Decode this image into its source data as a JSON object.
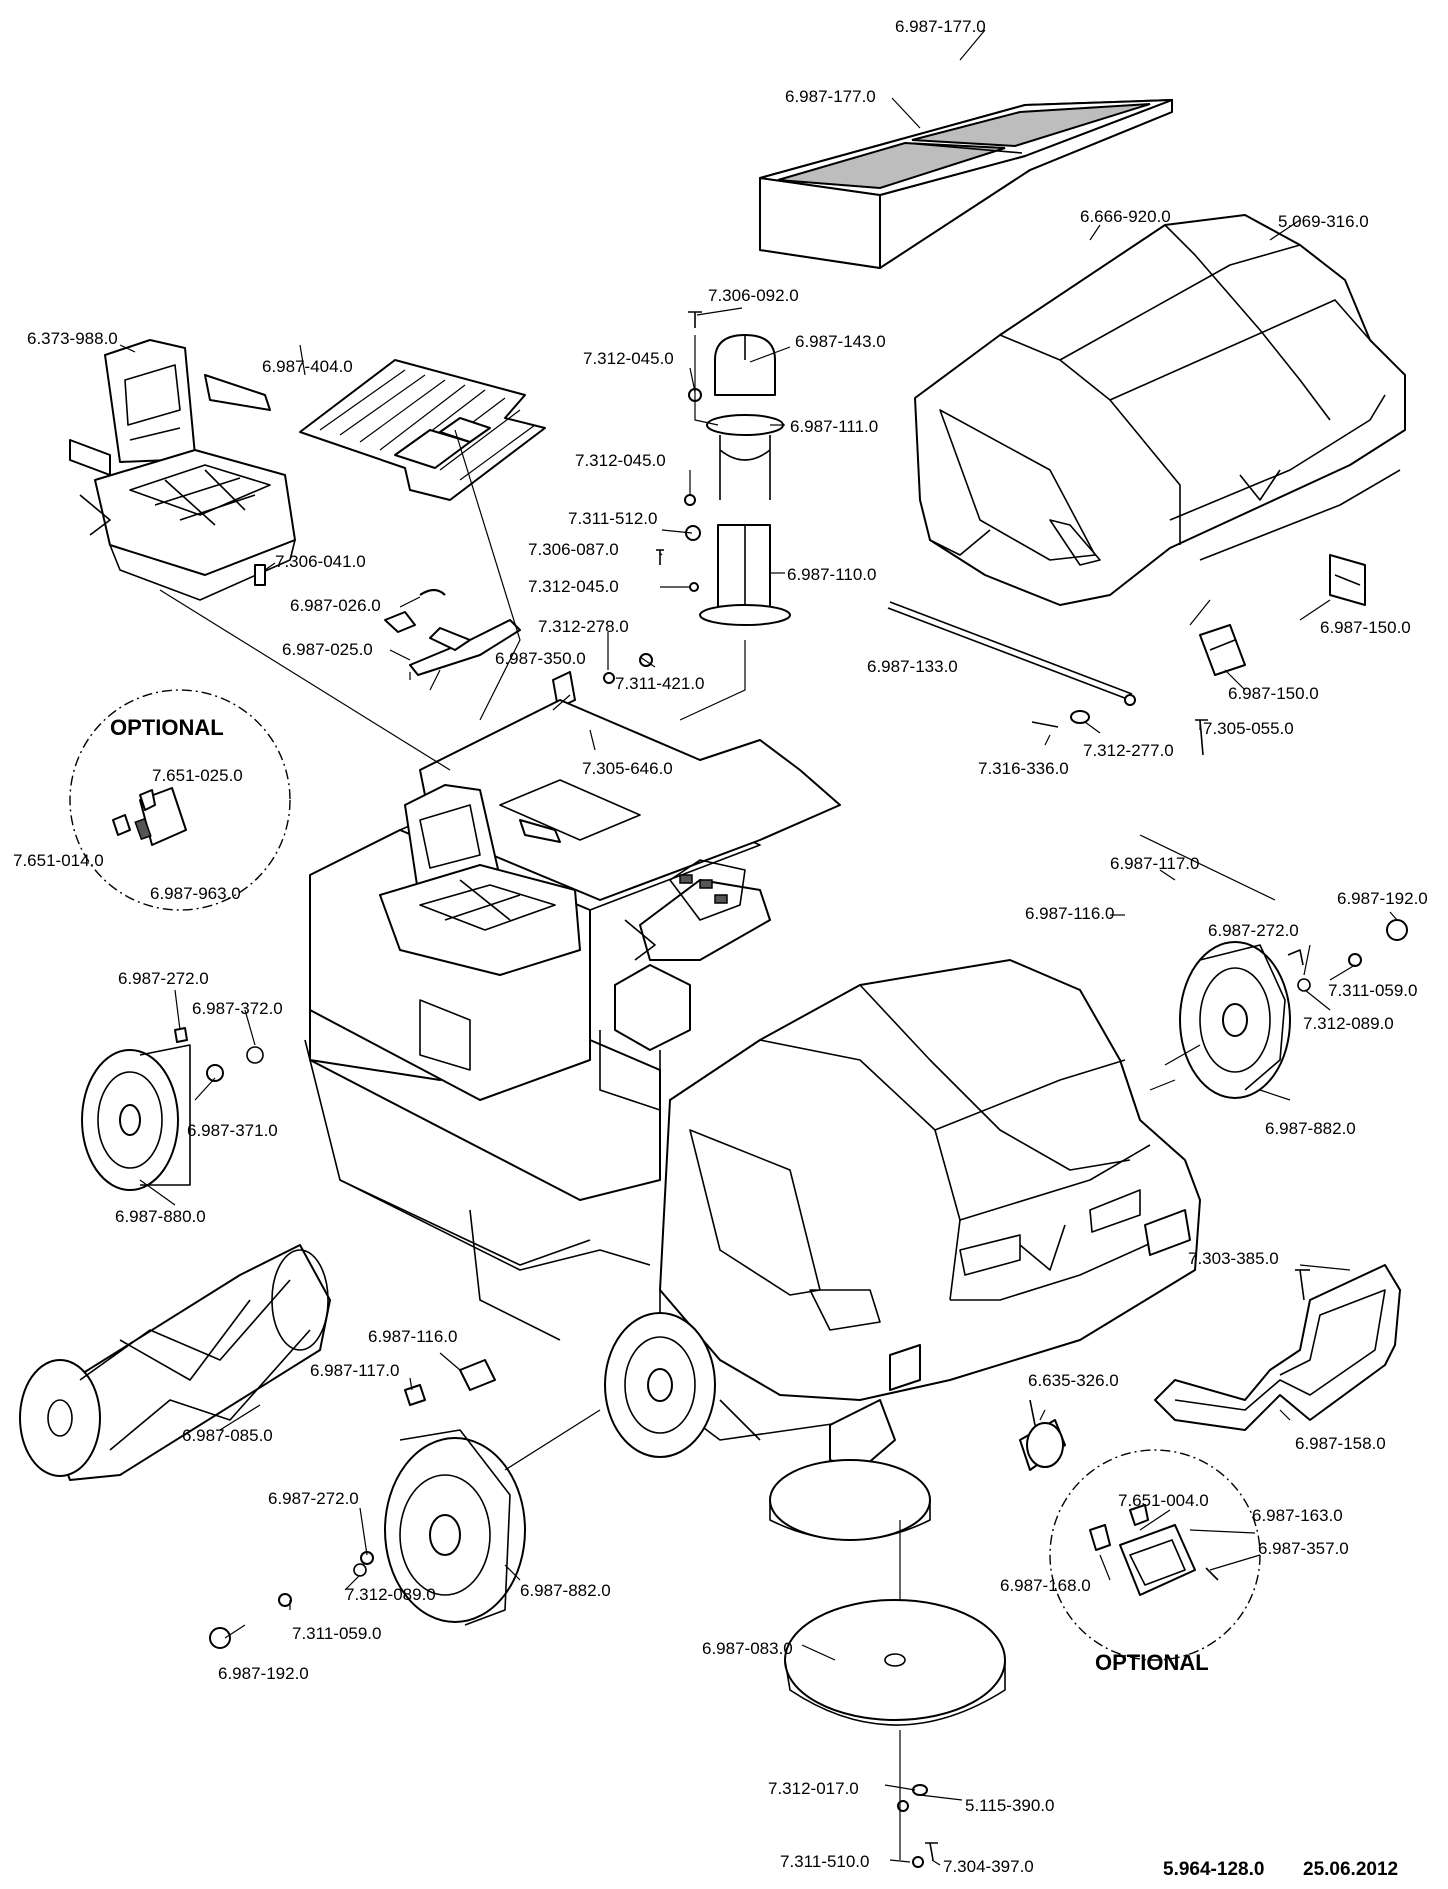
{
  "labels": [
    "6.987-177.0",
    "6.987-177.0",
    "6.666-920.0",
    "5.069-316.0",
    "7.306-092.0",
    "6.987-143.0",
    "7.312-045.0",
    "6.987-111.0",
    "7.312-045.0",
    "7.311-512.0",
    "7.306-087.0",
    "6.987-110.0",
    "7.312-045.0",
    "7.312-278.0",
    "6.987-350.0",
    "7.311-421.0",
    "7.305-646.0",
    "6.373-988.0",
    "6.987-404.0",
    "7.306-041.0",
    "6.987-026.0",
    "6.987-025.0",
    "6.987-133.0",
    "6.987-150.0",
    "6.987-150.0",
    "7.305-055.0",
    "7.316-336.0",
    "7.312-277.0",
    "7.651-025.0",
    "7.651-014.0",
    "6.987-963.0",
    "6.987-117.0",
    "6.987-116.0",
    "6.987-192.0",
    "6.987-272.0",
    "7.311-059.0",
    "7.312-089.0",
    "6.987-882.0",
    "6.987-272.0",
    "6.987-372.0",
    "6.987-371.0",
    "6.987-880.0",
    "7.303-385.0",
    "6.987-158.0",
    "6.987-116.0",
    "6.987-117.0",
    "6.987-085.0",
    "6.635-326.0",
    "7.651-004.0",
    "6.987-163.0",
    "6.987-357.0",
    "6.987-168.0",
    "6.987-272.0",
    "7.312-089.0",
    "6.987-882.0",
    "7.311-059.0",
    "6.987-192.0",
    "6.987-083.0",
    "7.312-017.0",
    "5.115-390.0",
    "7.311-510.0",
    "7.304-397.0"
  ],
  "optional_labels": [
    "OPTIONAL",
    "OPTIONAL"
  ],
  "footer": {
    "part_number": "5.964-128.0",
    "date": "25.06.2012"
  }
}
